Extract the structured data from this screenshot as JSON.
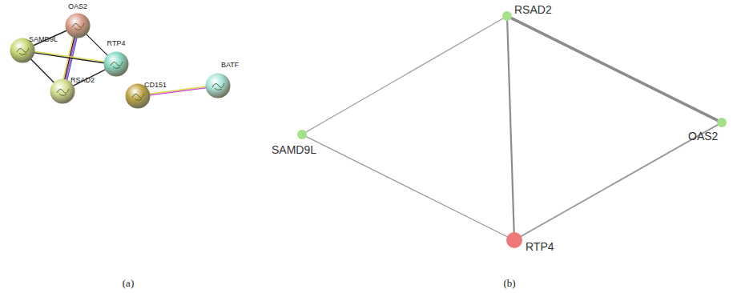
{
  "diagram": {
    "nodes": [
      {
        "text": [
          "OAS2"
        ]
      },
      {
        "text": [
          "SAMD9L"
        ]
      },
      {
        "text": [
          "RTP4"
        ]
      },
      {
        "text": [
          "RSAD2"
        ]
      },
      {
        "text": [
          "CD151"
        ]
      },
      {
        "text": [
          "BATF"
        ]
      },
      {
        "text": [
          "RSAD2"
        ]
      },
      {
        "text": [
          "SAMD9L"
        ]
      },
      {
        "text": [
          "OAS2"
        ]
      },
      {
        "text": [
          "RTP4"
        ]
      }
    ],
    "edges": [
      {
        "from": 0,
        "to": 1,
        "arrow": "none"
      },
      {
        "from": 0,
        "to": 3,
        "arrow": "none"
      },
      {
        "from": 0,
        "to": 2,
        "arrow": "none"
      },
      {
        "from": 1,
        "to": 2,
        "arrow": "none"
      },
      {
        "from": 1,
        "to": 3,
        "arrow": "none"
      },
      {
        "from": 3,
        "to": 2,
        "arrow": "none"
      },
      {
        "from": 4,
        "to": 5,
        "arrow": "none"
      },
      {
        "from": 6,
        "to": 7,
        "arrow": "none"
      },
      {
        "from": 6,
        "to": 8,
        "arrow": "none"
      },
      {
        "from": 6,
        "to": 9,
        "arrow": "none"
      },
      {
        "from": 7,
        "to": 9,
        "arrow": "none"
      },
      {
        "from": 9,
        "to": 8,
        "arrow": "none"
      }
    ],
    "labels": [
      "(a)",
      "(b)"
    ]
  }
}
